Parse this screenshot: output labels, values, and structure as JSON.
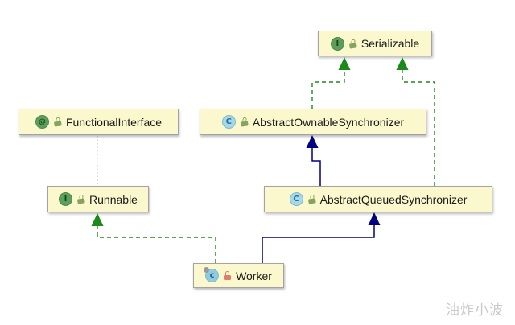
{
  "diagram": {
    "nodes": [
      {
        "id": "serializable",
        "label": "Serializable",
        "kind": "interface",
        "icon": "interface-icon",
        "lock": "green-lock-icon"
      },
      {
        "id": "functional-interface",
        "label": "FunctionalInterface",
        "kind": "annotation",
        "icon": "annotation-icon",
        "lock": "green-lock-icon"
      },
      {
        "id": "abstract-ownable-synchronizer",
        "label": "AbstractOwnableSynchronizer",
        "kind": "class",
        "icon": "class-icon",
        "lock": "green-lock-icon"
      },
      {
        "id": "runnable",
        "label": "Runnable",
        "kind": "interface",
        "icon": "interface-icon",
        "lock": "green-lock-icon"
      },
      {
        "id": "abstract-queued-synchronizer",
        "label": "AbstractQueuedSynchronizer",
        "kind": "class",
        "icon": "class-icon",
        "lock": "green-lock-icon"
      },
      {
        "id": "worker",
        "label": "Worker",
        "kind": "class",
        "icon": "class-icon-with-gray-overlay",
        "lock": "red-lock-icon"
      }
    ],
    "relations": [
      {
        "from": "AbstractOwnableSynchronizer",
        "to": "Serializable",
        "type": "implements",
        "style": "green-dashed"
      },
      {
        "from": "AbstractQueuedSynchronizer",
        "to": "Serializable",
        "type": "implements",
        "style": "green-dashed"
      },
      {
        "from": "AbstractQueuedSynchronizer",
        "to": "AbstractOwnableSynchronizer",
        "type": "extends",
        "style": "navy-solid"
      },
      {
        "from": "Worker",
        "to": "AbstractQueuedSynchronizer",
        "type": "extends",
        "style": "navy-solid"
      },
      {
        "from": "Worker",
        "to": "Runnable",
        "type": "implements",
        "style": "green-dashed"
      },
      {
        "from": "FunctionalInterface",
        "to": "Runnable",
        "type": "annotation-link",
        "style": "gray-dotted"
      }
    ],
    "colors": {
      "implements": "#1b8a1b",
      "extends": "#000080",
      "annotation_link": "#bdbdbd",
      "node_fill": "#fbf8cd",
      "node_border": "#a3a3a3"
    }
  },
  "watermark": "油炸小波"
}
